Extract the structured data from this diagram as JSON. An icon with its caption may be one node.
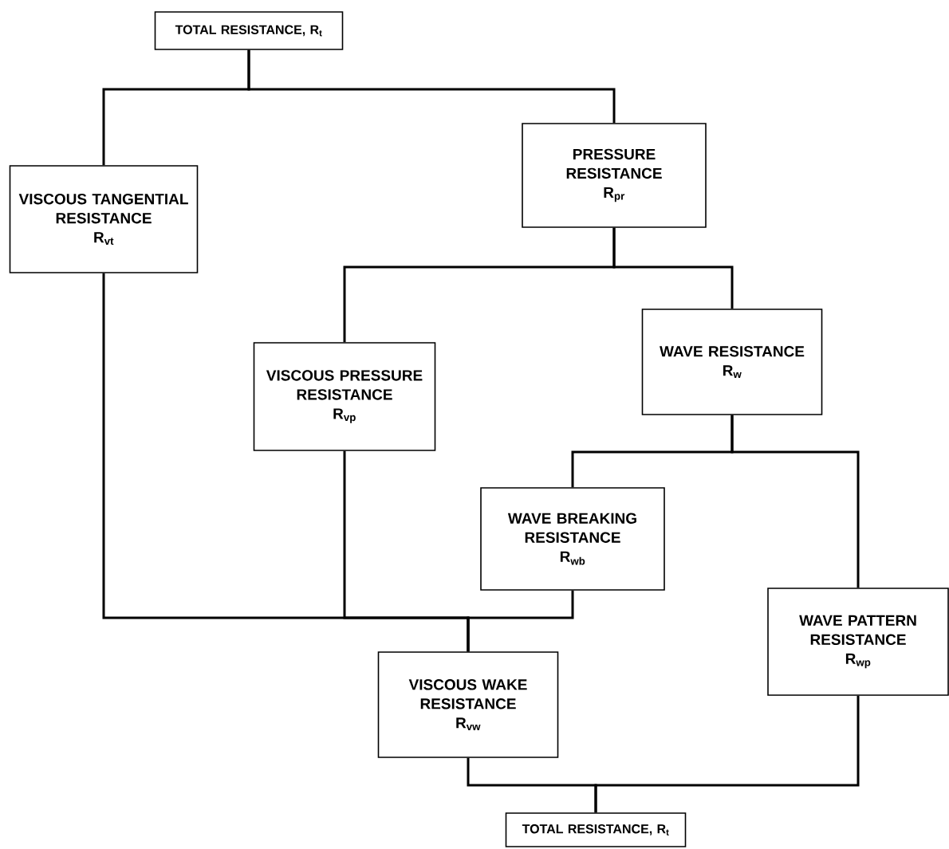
{
  "diagram": {
    "nodes": [
      {
        "text": [
          "TOTAL RESISTANCE, R$_{t}$"
        ]
      },
      {
        "text": [
          "VISCOUS TANGENTIAL RESISTANCE",
          "R$_{vt}$"
        ]
      },
      {
        "text": [
          "PRESSURE RESISTANCE",
          "R$_{pr}$"
        ]
      },
      {
        "text": [
          "VISCOUS PRESSURE RESISTANCE",
          "R$_{vp}$"
        ]
      },
      {
        "text": [
          "WAVE RESISTANCE",
          "R$_{w}$"
        ]
      },
      {
        "text": [
          "WAVE BREAKING RESISTANCE",
          "R$_{wb}$"
        ]
      },
      {
        "text": [
          "WAVE PATTERN RESISTANCE",
          "R$_{wp}$"
        ]
      },
      {
        "text": [
          "VISCOUS WAKE RESISTANCE",
          "R$_{vw}$"
        ]
      },
      {
        "text": [
          "TOTAL RESISTANCE, R$_{t}$"
        ]
      }
    ],
    "edges": [
      {
        "from": 0,
        "to": 1,
        "arrow": "none"
      },
      {
        "from": 0,
        "to": 2,
        "arrow": "none"
      },
      {
        "from": 2,
        "to": 3,
        "arrow": "none"
      },
      {
        "from": 2,
        "to": 4,
        "arrow": "none"
      },
      {
        "from": 4,
        "to": 5,
        "arrow": "none"
      },
      {
        "from": 4,
        "to": 6,
        "arrow": "none"
      },
      {
        "from": 1,
        "to": 7,
        "arrow": "none"
      },
      {
        "from": 3,
        "to": 7,
        "arrow": "none"
      },
      {
        "from": 5,
        "to": 7,
        "arrow": "none"
      },
      {
        "from": 7,
        "to": 8,
        "arrow": "none"
      },
      {
        "from": 6,
        "to": 8,
        "arrow": "none"
      }
    ]
  }
}
